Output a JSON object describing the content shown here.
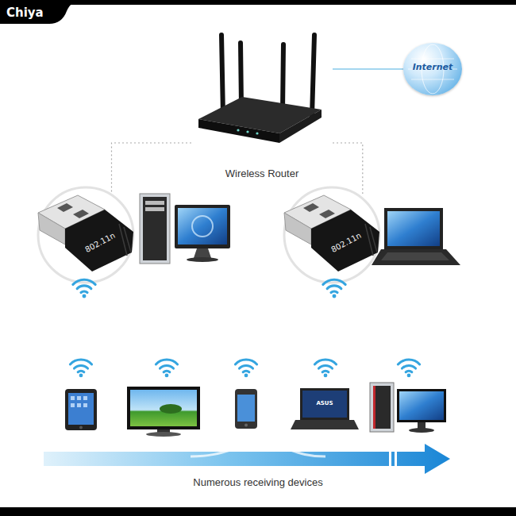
{
  "diagram": {
    "nodes": [
      {
        "text": [
          "Wireless Router"
        ]
      },
      {
        "text": [
          "Internet"
        ]
      },
      {
        "text": [
          "802.11n"
        ]
      },
      {
        "text": [
          "802.11n"
        ]
      }
    ],
    "edges": [
      {
        "from": 0,
        "to": 1,
        "arrow": "none"
      },
      {
        "from": 0,
        "to": 2,
        "arrow": "none"
      },
      {
        "from": 0,
        "to": 3,
        "arrow": "none"
      }
    ],
    "labels": [
      "Chiya",
      "ASUS",
      "Numerous receiving devices"
    ]
  }
}
